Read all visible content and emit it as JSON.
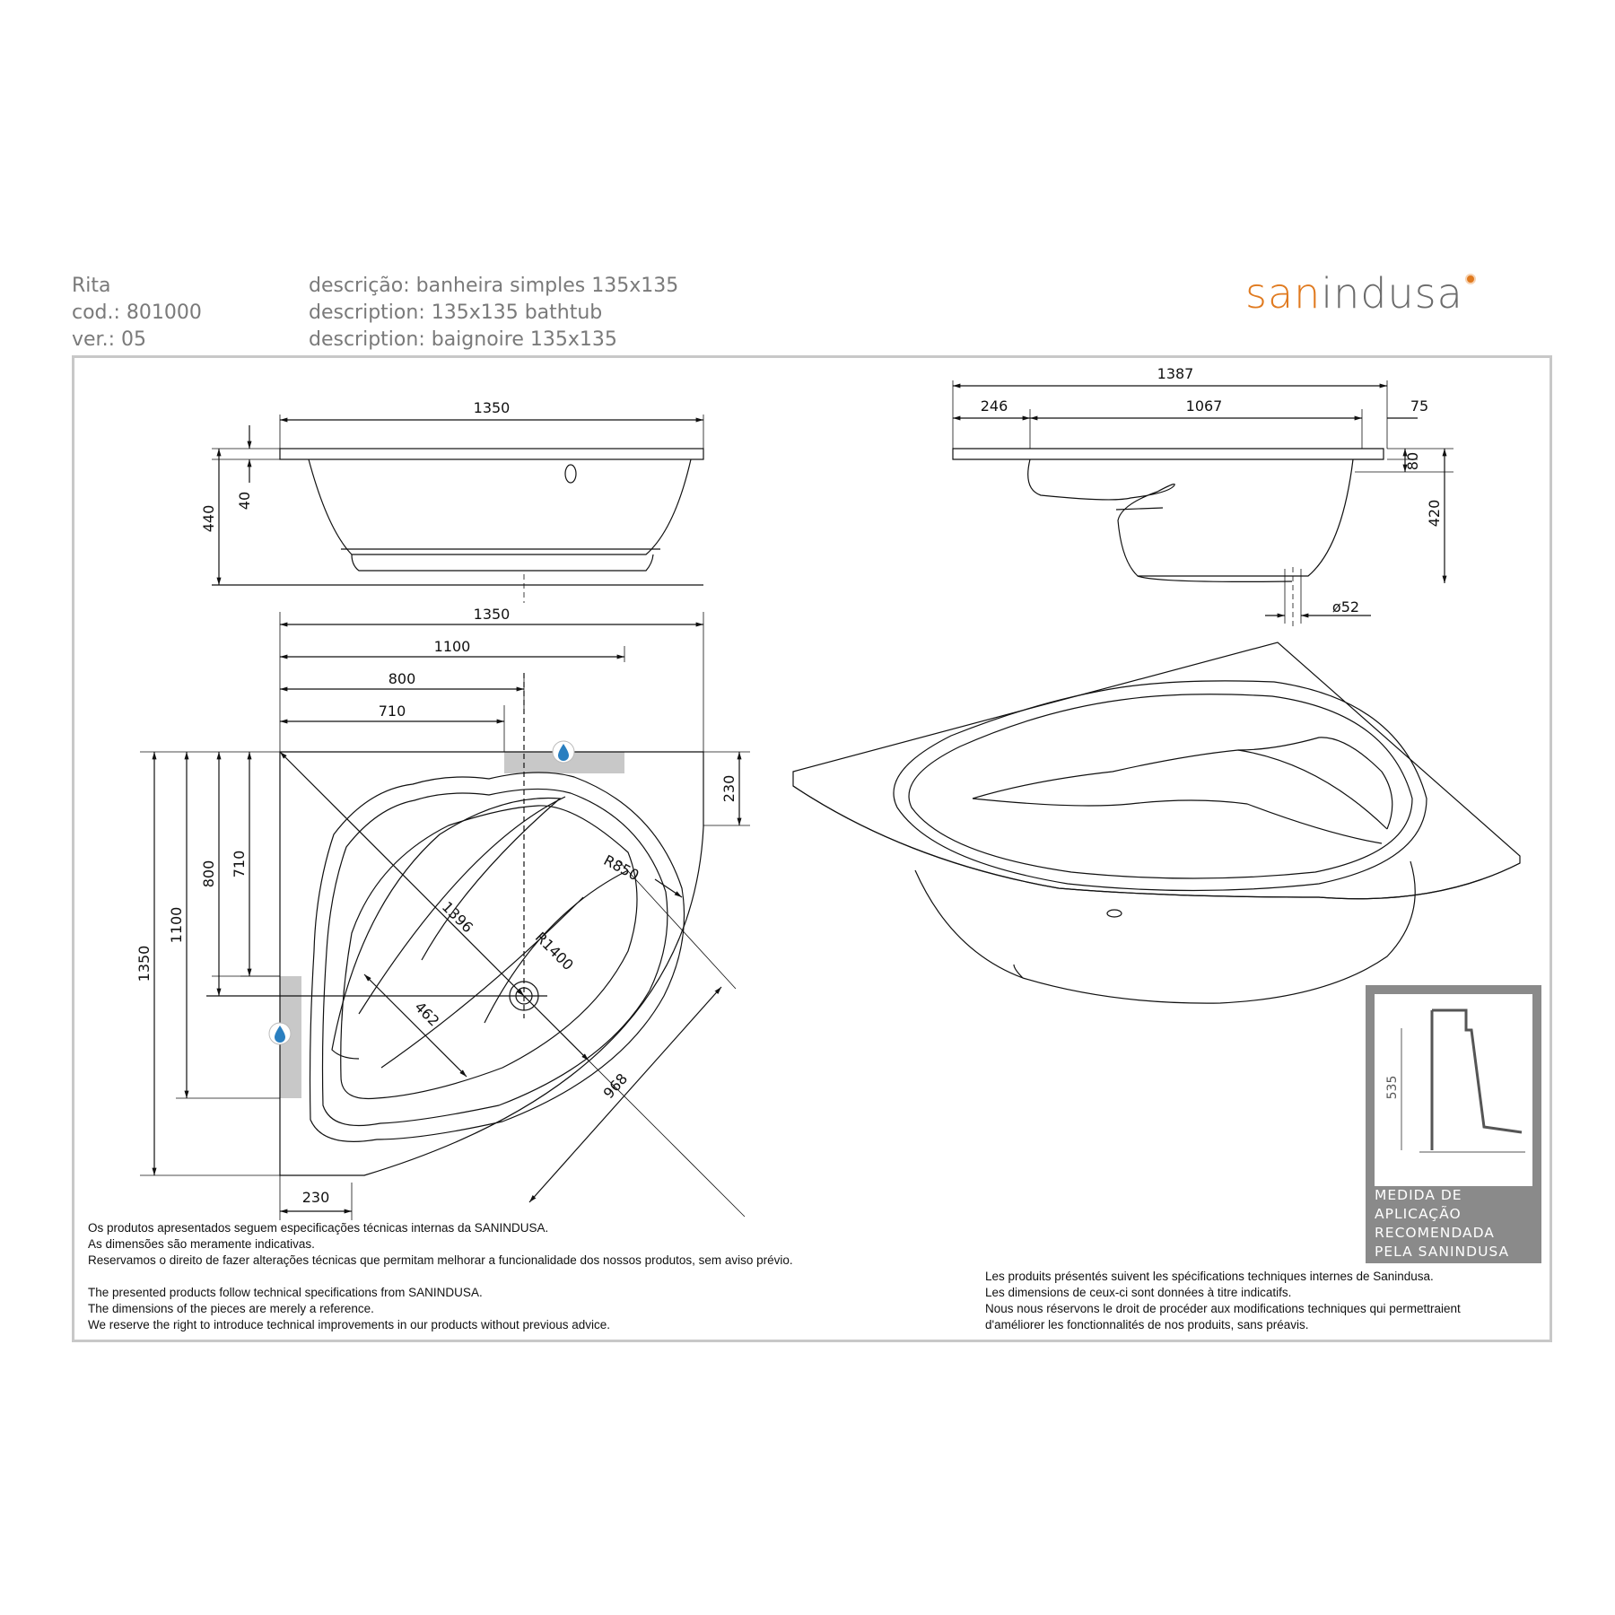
{
  "header": {
    "name": "Rita",
    "code": "cod.: 801000",
    "version": "ver.: 05",
    "desc_pt": "descrição: banheira simples 135x135",
    "desc_en": "description: 135x135 bathtub",
    "desc_fr": "description: baignoire 135x135"
  },
  "logo": {
    "san": "san",
    "rest": "indusa",
    "accent_color": "#e07a1f"
  },
  "dimensions": {
    "front_width": "1350",
    "front_rim": "40",
    "front_height": "440",
    "side_total": "1387",
    "side_left": "246",
    "side_mid": "1067",
    "side_right": "75",
    "side_rim": "80",
    "side_height": "420",
    "drain": "ø52",
    "plan_w_total": "1350",
    "plan_w_1100": "1100",
    "plan_w_800": "800",
    "plan_w_710": "710",
    "plan_h_230": "230",
    "plan_h_total": "1350",
    "plan_h_1100": "1100",
    "plan_h_800": "800",
    "plan_h_710": "710",
    "diag_1396": "1396",
    "radius_850": "R850",
    "radius_1400": "R1400",
    "len_462": "462",
    "len_968": "968",
    "bottom_230": "230"
  },
  "icons": {
    "water_drop_color": "#2a7fc0"
  },
  "notes": {
    "pt": [
      "Os produtos apresentados seguem especificações técnicas internas da SANINDUSA.",
      "As dimensões são meramente indicativas.",
      "Reservamos o direito de fazer alterações técnicas que permitam melhorar a funcionalidade dos nossos produtos, sem aviso prévio."
    ],
    "en": [
      "The presented products follow technical specifications from SANINDUSA.",
      "The dimensions of the pieces are merely a reference.",
      "We reserve the right to introduce technical improvements in our products without previous advice."
    ],
    "fr": [
      "Les produits présentés suivent les spécifications techniques internes de Sanindusa.",
      "Les dimensions de ceux-ci sont données à titre indicatifs.",
      "Nous nous réservons le droit de procéder aux modifications techniques qui permettraient",
      "d'améliorer les fonctionnalités de nos produits, sans préavis."
    ]
  },
  "badge": {
    "dim": "535",
    "lines": [
      "MEDIDA DE",
      "APLICAÇÃO",
      "RECOMENDADA",
      "PELA SANINDUSA"
    ]
  }
}
